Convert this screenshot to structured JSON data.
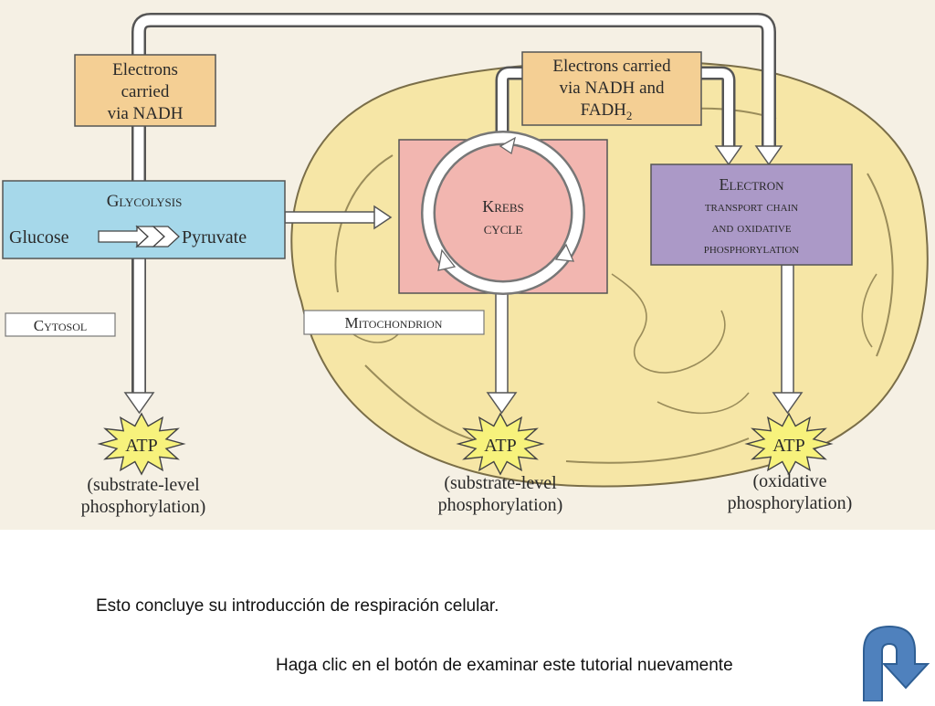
{
  "diagram": {
    "electrons_nadh": [
      "Electrons",
      "carried",
      "via NADH"
    ],
    "electrons_nadh_fadh": [
      "Electrons carried",
      "via NADH and",
      "FADH"
    ],
    "fadh_subscript": "2",
    "glycolysis": {
      "title": "Glycolysis",
      "from": "Glucose",
      "to": "Pyruvate"
    },
    "krebs": [
      "Krebs",
      "cycle"
    ],
    "etc": [
      "Electron",
      "transport chain",
      "and oxidative",
      "phosphorylation"
    ],
    "cytosol": "Cytosol",
    "mitochondrion": "Mitochondrion",
    "atp_label": "ATP",
    "atp_outputs": [
      [
        "(substrate-level",
        "phosphorylation)"
      ],
      [
        "(substrate-level",
        "phosphorylation)"
      ],
      [
        "(oxidative",
        "phosphorylation)"
      ]
    ],
    "colors": {
      "background": "#f5f0e4",
      "mitochondrion": "#f6e6a6",
      "electrons_box": "#f4cf94",
      "glycolysis_box": "#a6d8ea",
      "krebs_box": "#f2b6b0",
      "etc_box": "#ab99c7",
      "atp_star": "#f7f27c"
    }
  },
  "caption": {
    "conclusion": "Esto concluye su introducción de respiración celular.",
    "replay_prompt": "Haga clic en el botón de examinar este tutorial nuevamente"
  },
  "replay_button": {
    "icon": "u-turn-arrow-icon",
    "color": "#4f81bd"
  }
}
